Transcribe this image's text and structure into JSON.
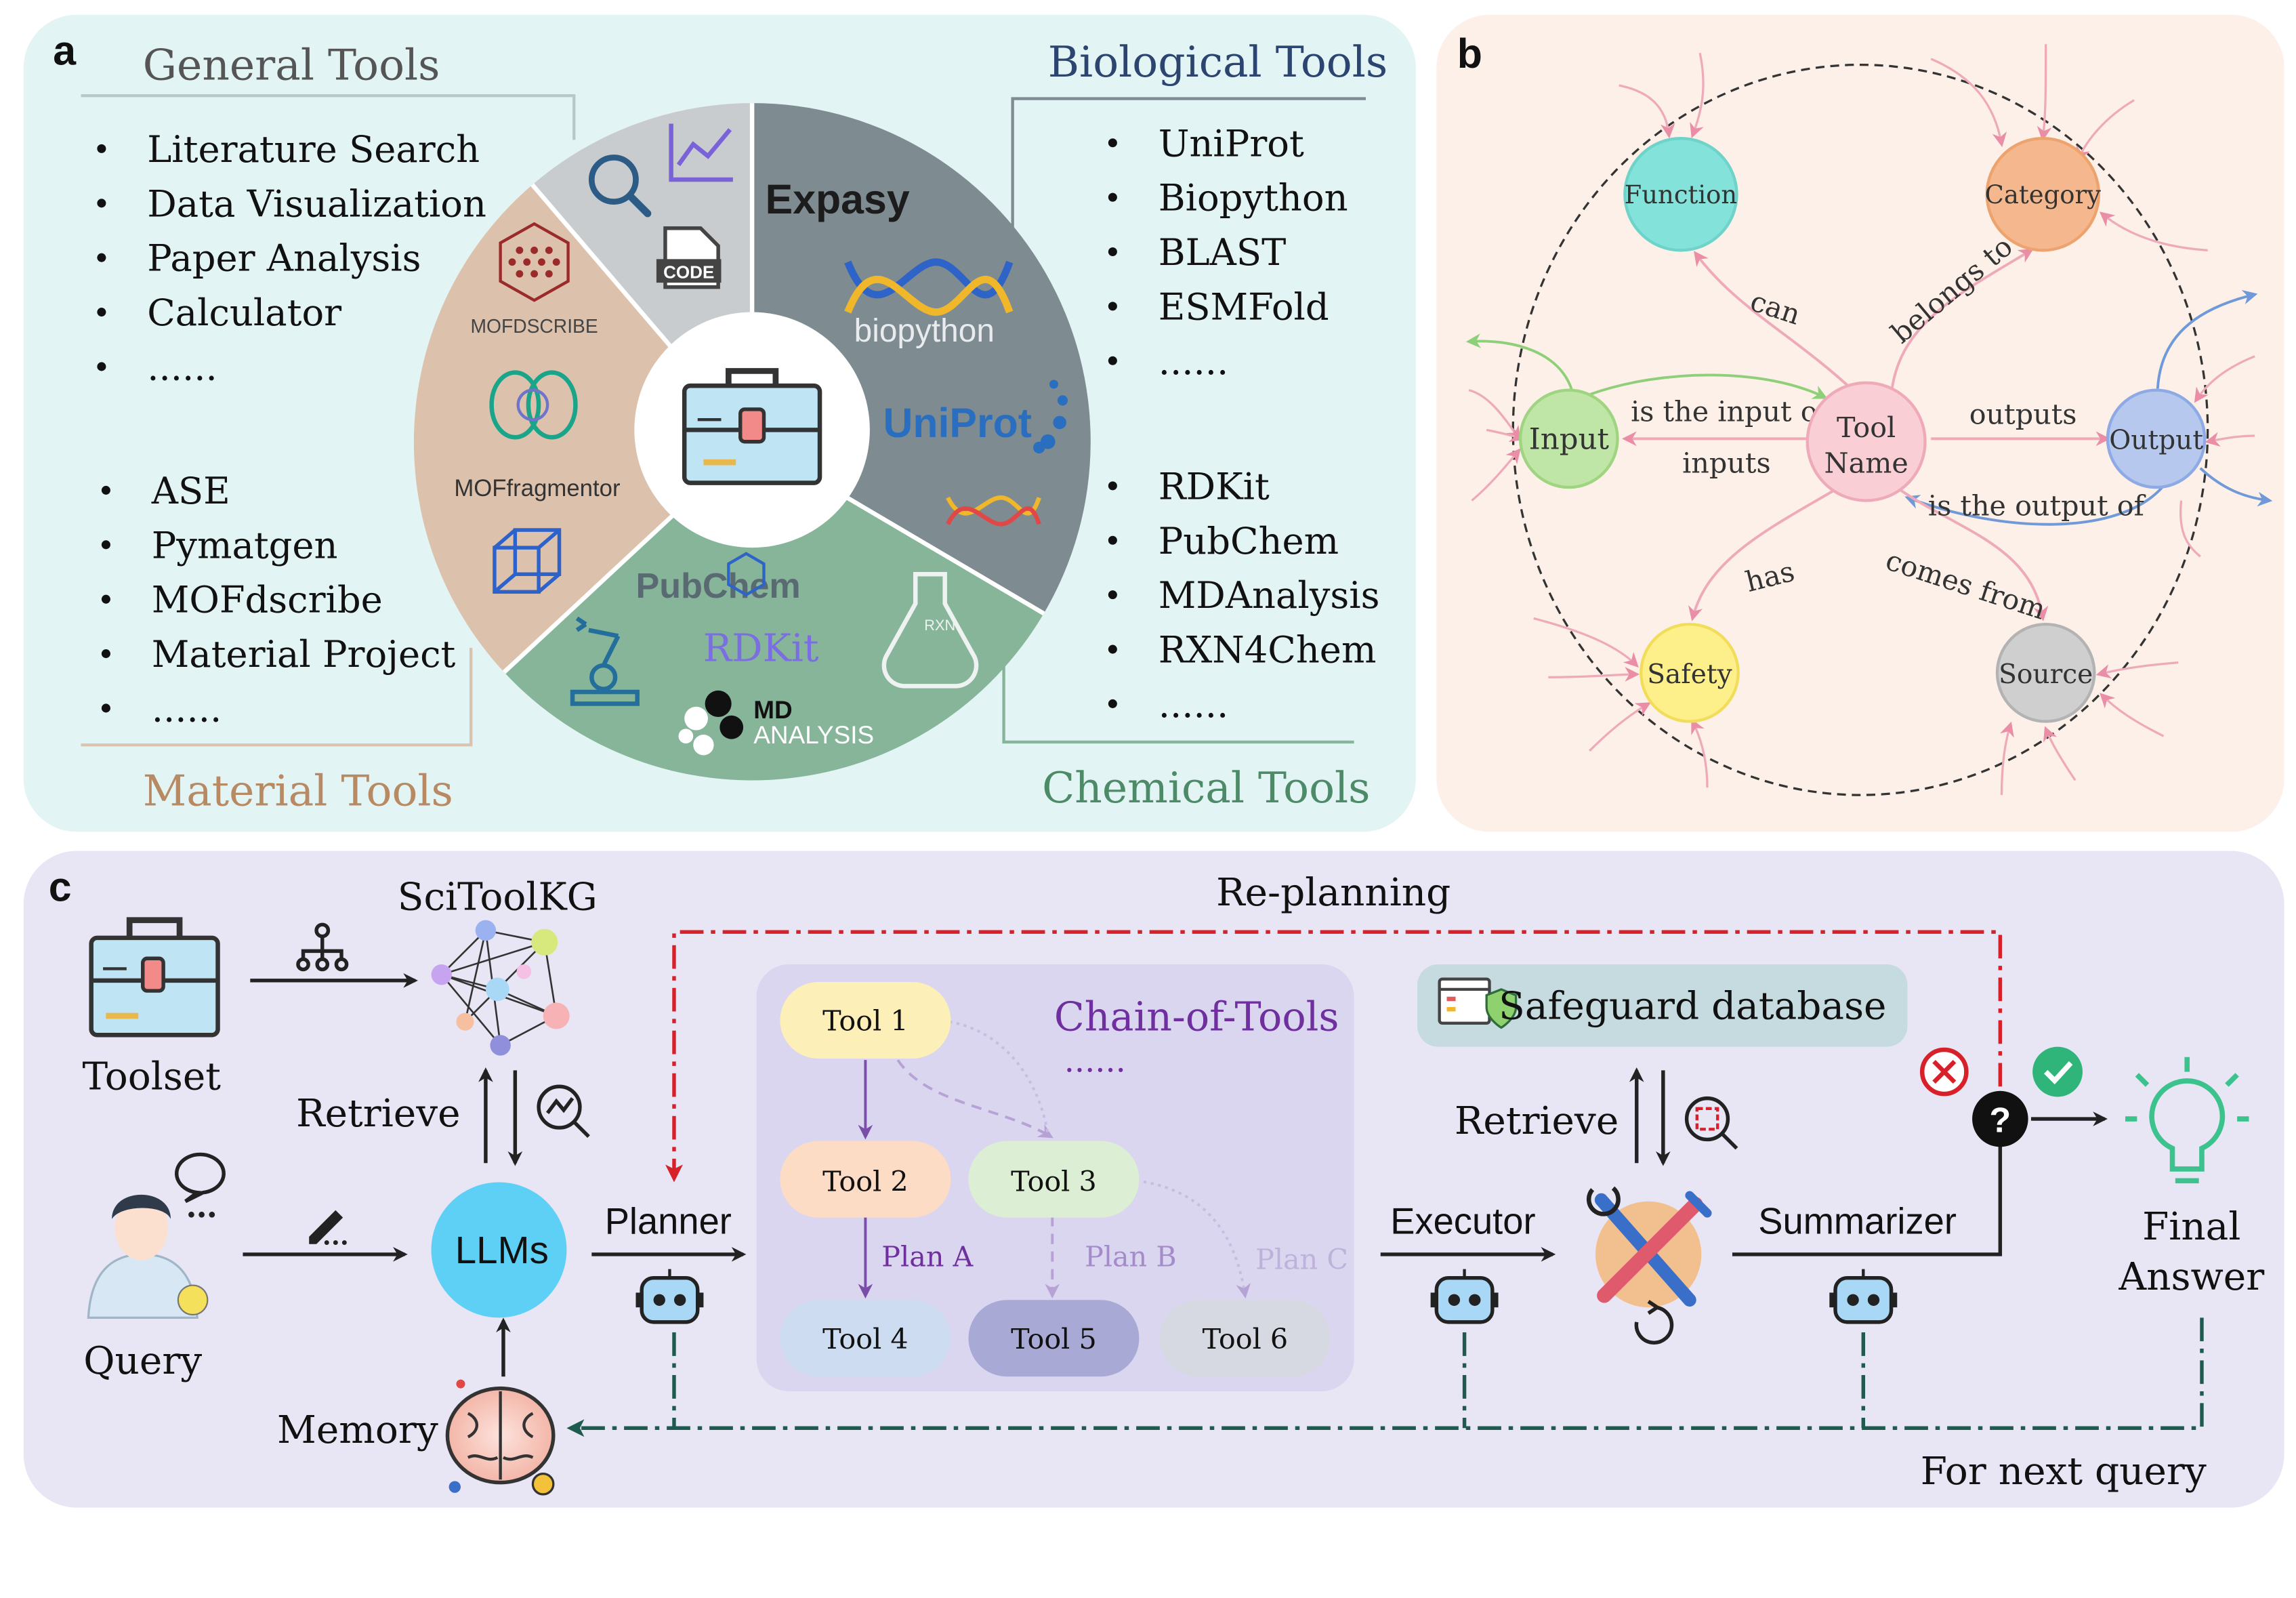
{
  "panel_a": {
    "letter": "a",
    "general": {
      "title": "General Tools",
      "items": [
        "Literature Search",
        "Data Visualization",
        "Paper Analysis",
        "Calculator",
        "......"
      ]
    },
    "material": {
      "title": "Material Tools",
      "items": [
        "ASE",
        "Pymatgen",
        "MOFdscribe",
        "Material Project",
        "......"
      ]
    },
    "biological": {
      "title": "Biological Tools",
      "items": [
        "UniProt",
        "Biopython",
        "BLAST",
        "ESMFold",
        "......"
      ]
    },
    "chemical": {
      "title": "Chemical Tools",
      "items": [
        "RDKit",
        "PubChem",
        "MDAnalysis",
        "RXN4Chem",
        "......"
      ]
    },
    "wheel_labels": {
      "code": "CODE",
      "mofdscribe": "MOFDSCRIBE",
      "moffragmentor": "MOFfragmentor",
      "expasy": "Expasy",
      "biopython": "biopython",
      "uniprot": "UniProt",
      "pubchem": "PubChem",
      "rdkit": "RDKit",
      "md": "MD",
      "analysis": "ANALYSIS",
      "rxn": "RXN"
    },
    "colors": {
      "general": "#c9ccce",
      "material": "#dcc2ad",
      "biological": "#7e8b91",
      "chemical": "#86b59a",
      "background": "#e3f4f4"
    }
  },
  "panel_b": {
    "letter": "b",
    "nodes": {
      "center": [
        "Tool",
        "Name"
      ],
      "function": "Function",
      "category": "Category",
      "input": "Input",
      "output": "Output",
      "safety": "Safety",
      "source": "Source"
    },
    "edges": {
      "can": "can",
      "belongs_to": "belongs to",
      "is_input_of": "is the input of",
      "inputs": "inputs",
      "outputs": "outputs",
      "is_output_of": "is the output of",
      "has": "has",
      "comes_from": "comes from"
    },
    "colors": {
      "background": "#fdf0e8",
      "edge": "#eeaab9"
    }
  },
  "panel_c": {
    "letter": "c",
    "toolset": "Toolset",
    "sci_tool_kg": "SciToolKG",
    "retrieve_left": "Retrieve",
    "query": "Query",
    "llms": "LLMs",
    "memory": "Memory",
    "planner": "Planner",
    "chain_title": "Chain-of-Tools",
    "chain_ellipsis": "......",
    "tools": [
      "Tool 1",
      "Tool 2",
      "Tool 3",
      "Tool 4",
      "Tool 5",
      "Tool 6"
    ],
    "plans": [
      "Plan A",
      "Plan B",
      "Plan C"
    ],
    "replanning": "Re-planning",
    "safeguard": "Safeguard database",
    "retrieve_right": "Retrieve",
    "executor": "Executor",
    "summarizer": "Summarizer",
    "final_answer": [
      "Final",
      "Answer"
    ],
    "next_query": "For next query",
    "colors": {
      "background": "#e8e6f5",
      "llm": "#5fd0f5",
      "replan": "#d6202a",
      "feedback": "#1e5b4e",
      "chain_title": "#6f2f9e"
    }
  }
}
